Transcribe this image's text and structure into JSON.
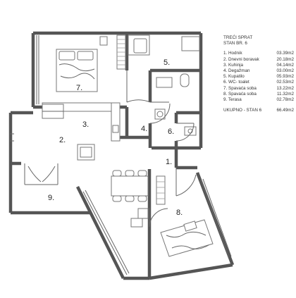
{
  "legend": {
    "floor": "TREĆI SPRAT",
    "unit": "STAN BR. 6",
    "rooms": [
      {
        "name": "1. Hodnik",
        "area": "03.39m2"
      },
      {
        "name": "2. Dnevni boravak",
        "area": "20.18m2"
      },
      {
        "name": "3. Kuhinja",
        "area": "04.14m2"
      },
      {
        "name": "4. Degažman",
        "area": "03.00m2"
      },
      {
        "name": "5. Kupatilo",
        "area": "05.93m2"
      },
      {
        "name": "6. WC- toalet",
        "area": "02.53m2"
      },
      {
        "name": "7. Spavaća soba",
        "area": "13.22m2"
      },
      {
        "name": "8. Spavaća soba",
        "area": "11.32m2"
      },
      {
        "name": "9. Terasa",
        "area": "02.78m2"
      }
    ],
    "total_label": "UKUPNO - STAN 6",
    "total_area": "66.49m2"
  },
  "plan_labels": {
    "r1": "1.",
    "r2": "2.",
    "r3": "3.",
    "r4": "4.",
    "r5": "5.",
    "r6": "6.",
    "r7": "7.",
    "r8": "8.",
    "r9": "9."
  }
}
